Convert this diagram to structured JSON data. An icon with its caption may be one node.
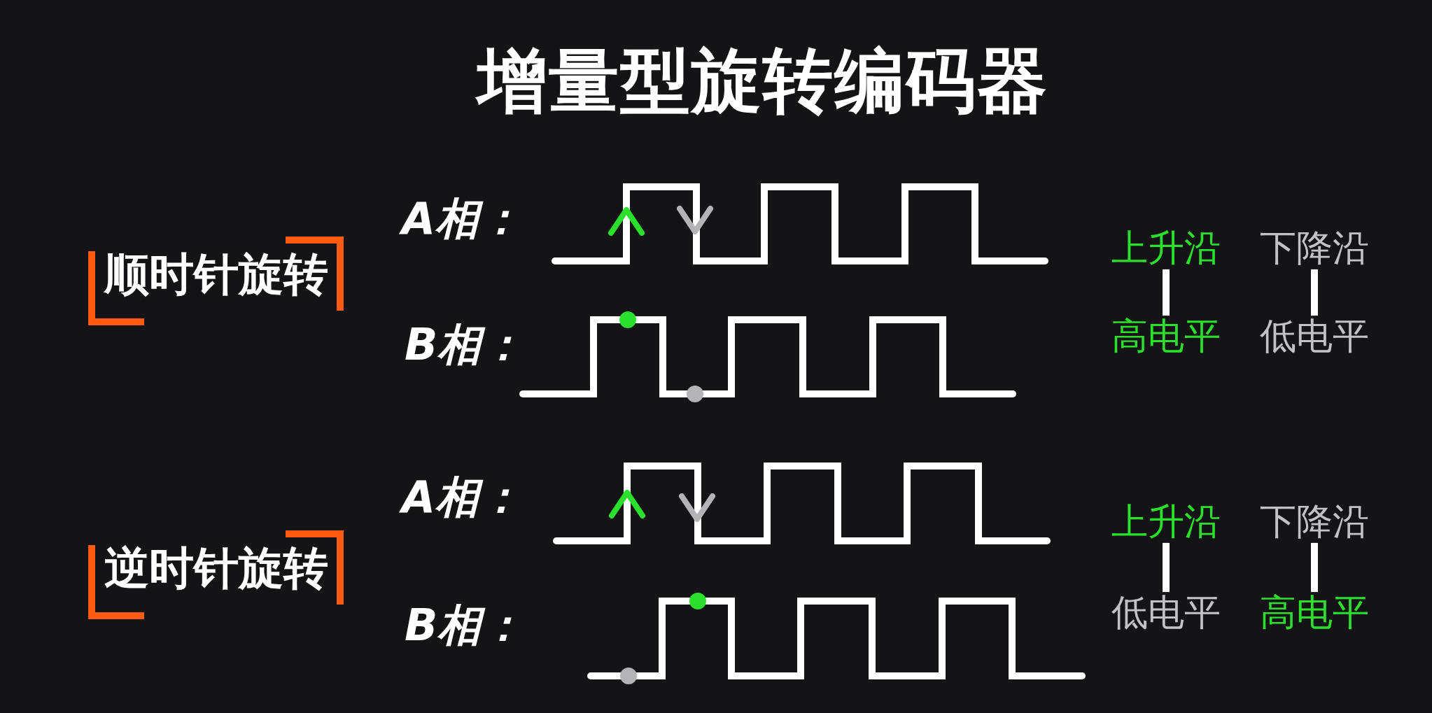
{
  "diagram": {
    "title": "增量型旋转编码器",
    "nodes": [
      {
        "text": [
          "顺时针旋转"
        ]
      },
      {
        "text": [
          "上升沿"
        ]
      },
      {
        "text": [
          "下降沿"
        ]
      },
      {
        "text": [
          "高电平"
        ]
      },
      {
        "text": [
          "低电平"
        ]
      },
      {
        "text": [
          "逆时针旋转"
        ]
      },
      {
        "text": [
          "上升沿"
        ]
      },
      {
        "text": [
          "下降沿"
        ]
      },
      {
        "text": [
          "低电平"
        ]
      },
      {
        "text": [
          "高电平"
        ]
      }
    ],
    "edges": [
      {
        "from": 1,
        "to": 3,
        "arrow": "none"
      },
      {
        "from": 2,
        "to": 4,
        "arrow": "none"
      },
      {
        "from": 6,
        "to": 8,
        "arrow": "none"
      },
      {
        "from": 7,
        "to": 9,
        "arrow": "none"
      }
    ],
    "labels": [
      "A相：",
      "B相：",
      "A相：",
      "B相："
    ]
  }
}
